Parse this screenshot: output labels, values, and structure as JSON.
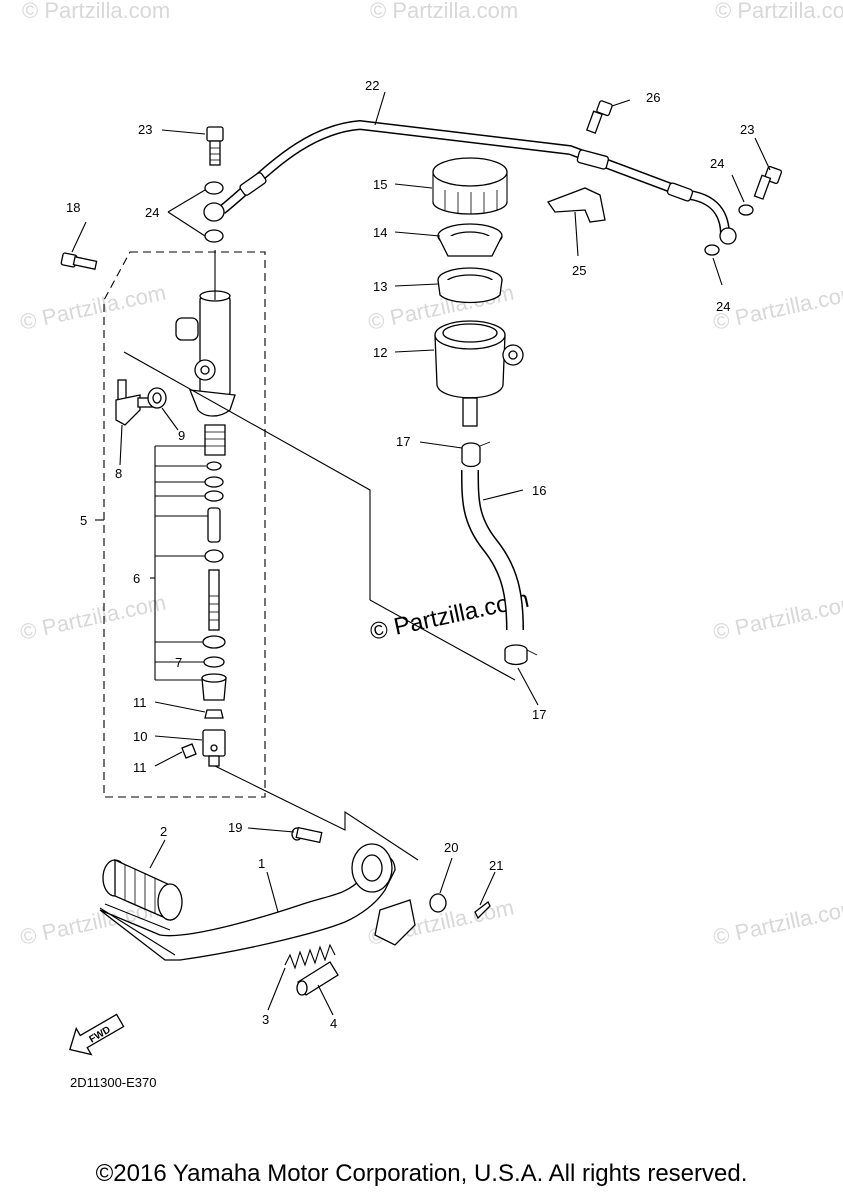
{
  "watermark": {
    "small": "© Partzilla.com",
    "main": "© Partzilla.com"
  },
  "labels": {
    "p1": "1",
    "p2": "2",
    "p3": "3",
    "p4": "4",
    "p5": "5",
    "p6": "6",
    "p7": "7",
    "p8": "8",
    "p9": "9",
    "p10": "10",
    "p11a": "11",
    "p11b": "11",
    "p12": "12",
    "p13": "13",
    "p14": "14",
    "p15": "15",
    "p16": "16",
    "p17a": "17",
    "p17b": "17",
    "p18": "18",
    "p19": "19",
    "p20": "20",
    "p21": "21",
    "p22": "22",
    "p23a": "23",
    "p23b": "23",
    "p24a": "24",
    "p24b": "24",
    "p24c": "24",
    "p25": "25",
    "p26": "26"
  },
  "fwd_label": "FWD",
  "catalog_code": "2D11300-E370",
  "copyright": "©2016 Yamaha Motor Corporation, U.S.A. All rights reserved."
}
